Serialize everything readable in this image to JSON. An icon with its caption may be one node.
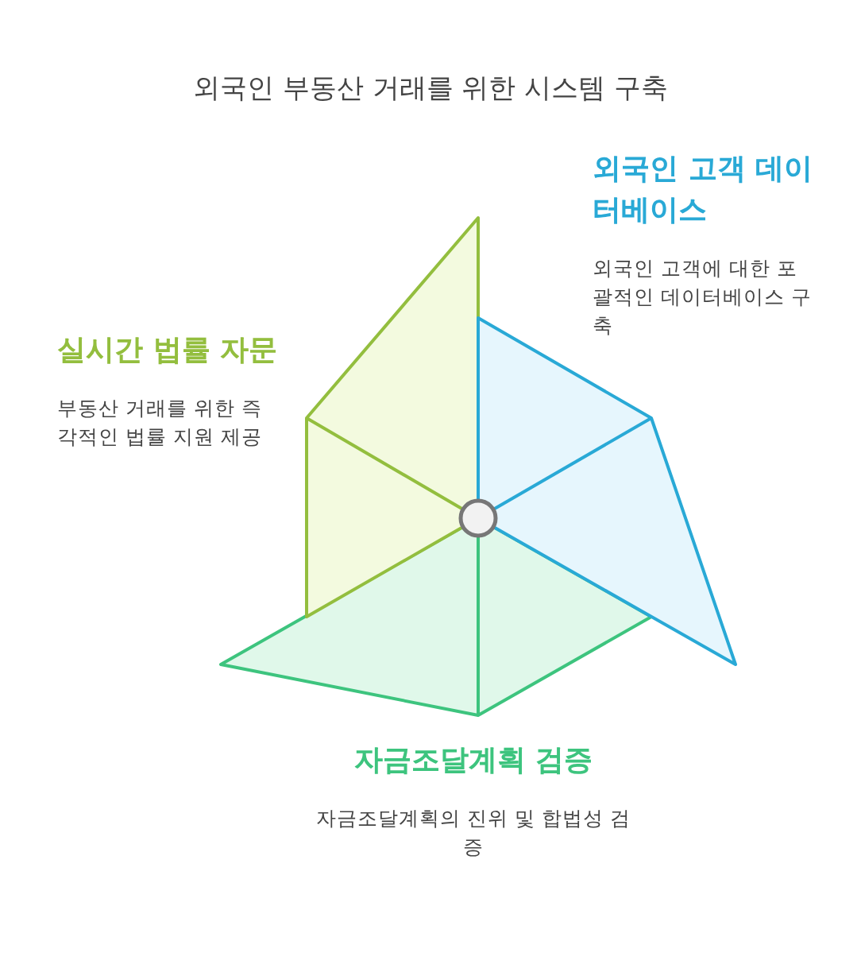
{
  "diagram": {
    "title": "외국인 부동산 거래를 위한 시스템 구축",
    "nodes": [
      {
        "text": [
          "외국인 고객 데이터베이스",
          "외국인 고객에 대한 포괄적인 데이터베이스 구축"
        ]
      },
      {
        "text": [
          "실시간 법률 자문",
          "부동산 거래를 위한 즉각적인 법률 지원 제공"
        ]
      },
      {
        "text": [
          "자금조달계획 검증",
          "자금조달계획의 진위 및 합법성 검증"
        ]
      },
      {
        "text": [],
        "shape": "circle"
      }
    ]
  }
}
